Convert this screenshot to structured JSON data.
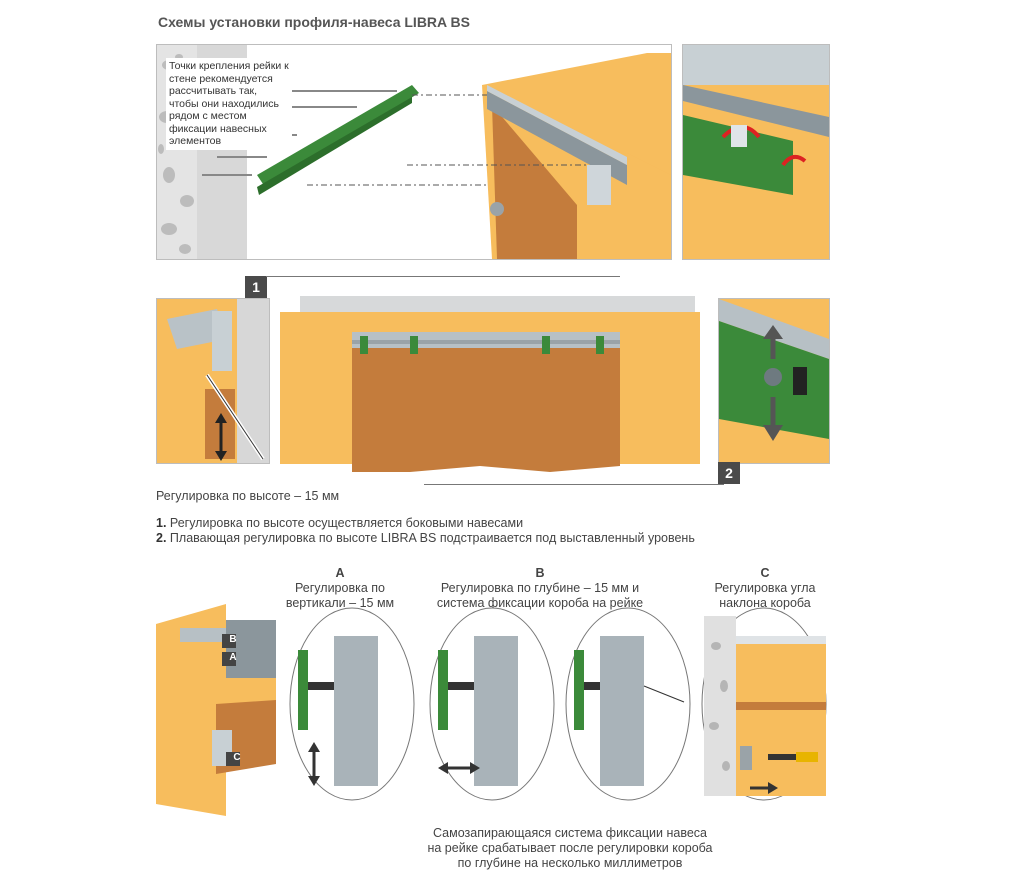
{
  "title": "Схемы установки профиля-навеса LIBRA BS",
  "callout": "Точки крепления рейки к стене рекомендуется рассчитывать так, чтобы они находились рядом с местом фиксации навесных элементов",
  "badges": {
    "one": "1",
    "two": "2"
  },
  "height_caption": "Регулировка по высоте – 15 мм",
  "notes": [
    {
      "num": "1.",
      "text": " Регулировка по высоте осуществляется боковыми навесами"
    },
    {
      "num": "2.",
      "text": " Плавающая регулировка по высоте LIBRA BS подстраивается под выставленный уровень"
    }
  ],
  "sections": {
    "a": {
      "letter": "A",
      "line1": "Регулировка по",
      "line2": "вертикали – 15 мм"
    },
    "b": {
      "letter": "B",
      "line1": "Регулировка по глубине – 15 мм и",
      "line2": "система фиксации короба на рейке"
    },
    "c": {
      "letter": "C",
      "line1": "Регулировка угла",
      "line2": "наклона короба"
    }
  },
  "labels": {
    "b": "B",
    "a": "A",
    "c": "C"
  },
  "footer": {
    "line1": "Самозапирающаяся система фиксации навеса",
    "line2": "на рейке срабатывает после регулировки короба",
    "line3": "по глубине на несколько миллиметров"
  },
  "colors": {
    "cabinet": "#f7bd5d",
    "door": "#c47c3c",
    "rail": "#3b8a3a",
    "metal": "#a9b3b9",
    "wall": "#dcdcdc"
  }
}
